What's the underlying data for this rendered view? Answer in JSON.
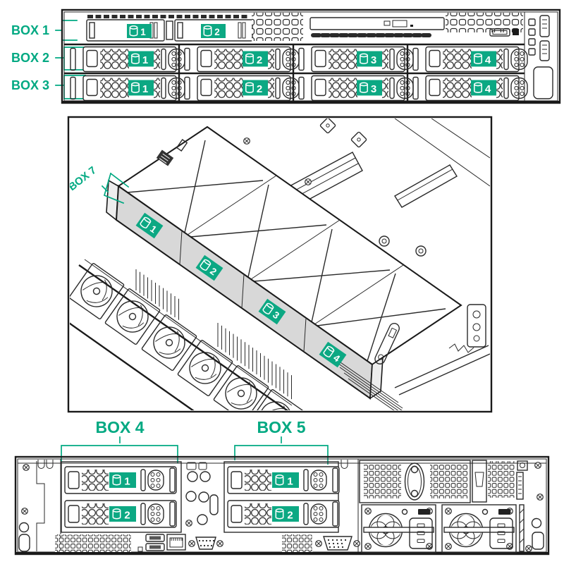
{
  "colors": {
    "accent_teal": "#01A982",
    "bay_label_green": "#0CA883",
    "line_dark": "#1a1a1a"
  },
  "front_view": {
    "box_labels": [
      "BOX 1",
      "BOX 2",
      "BOX 3"
    ],
    "box1_bays": [
      "1",
      "2"
    ],
    "box2_bays": [
      "1",
      "2",
      "3",
      "4"
    ],
    "box3_bays": [
      "1",
      "2",
      "3",
      "4"
    ]
  },
  "internal_view": {
    "box_label": "BOX 7",
    "bays": [
      "1",
      "2",
      "3",
      "4"
    ]
  },
  "rear_view": {
    "box_labels": [
      "BOX 4",
      "BOX 5"
    ],
    "box4_bays": [
      "1",
      "2"
    ],
    "box5_bays": [
      "1",
      "2"
    ]
  }
}
